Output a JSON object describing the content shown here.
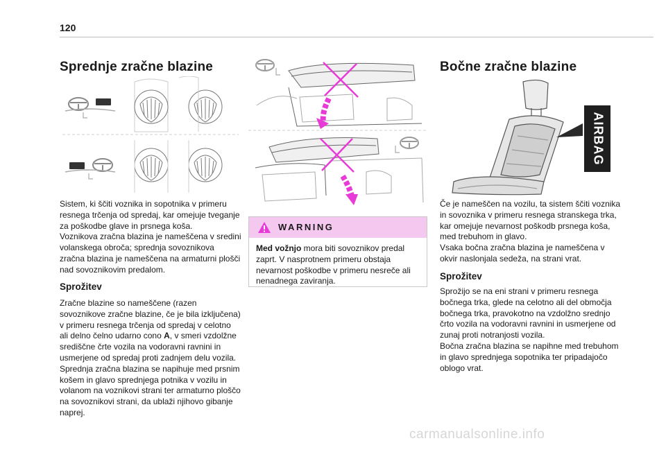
{
  "page_number": "120",
  "left": {
    "title": "Sprednje zračne blazine",
    "intro_lines": [
      "Sistem, ki ščiti voznika in sopotnika v primeru",
      "resnega trčenja od spredaj, kar omejuje tveganje",
      "za poškodbe glave in prsnega koša.",
      "Voznikova zračna blazina je nameščena v sredini",
      "volanskega obroča; sprednja sovoznikova",
      "zračna blazina je nameščena na armaturni plošči",
      "nad sovoznikovim predalom."
    ],
    "trigger_heading": "Sprožitev",
    "trigger_lines_a": [
      "Zračne blazine so nameščene (razen",
      "sovoznikove zračne blazine, če je bila izključena)",
      "v primeru resnega trčenja od spredaj v celotno"
    ],
    "trigger_line_pre": "ali delno čelno udarno cono ",
    "trigger_line_bold": "A",
    "trigger_line_post": ", v smeri vzdolžne",
    "trigger_lines_b": [
      "središčne črte vozila na vodoravni ravnini in",
      "usmerjene od spredaj proti zadnjem delu vozila.",
      "Sprednja zračna blazina se napihuje med prsnim",
      "košem in glavo sprednjega potnika v vozilu in",
      "volanom na voznikovi strani ter armaturno ploščo",
      "na sovoznikovi strani, da ublaži njihovo gibanje",
      "naprej."
    ]
  },
  "warning": {
    "title": "WARNING",
    "bold_lead": "Med vožnjo",
    "line1_rest": " mora biti sovoznikov predal",
    "lines": [
      "zaprt. V nasprotnem primeru obstaja",
      "nevarnost poškodbe v primeru nesreče ali",
      "nenadnega zaviranja."
    ]
  },
  "right": {
    "title": "Bočne zračne blazine",
    "airbag_label": "AIRBAG",
    "intro_lines": [
      "Če je nameščen na vozilu, ta sistem ščiti voznika",
      "in sovoznika v primeru resnega stranskega trka,",
      "kar omejuje nevarnost poškodb prsnega koša,",
      "med trebuhom in glavo.",
      "Vsaka bočna zračna blazina je nameščena v",
      "okvir naslonjala sedeža, na strani vrat."
    ],
    "trigger_heading": "Sprožitev",
    "trigger_lines": [
      "Sprožijo se na eni strani v primeru resnega",
      "bočnega trka, glede na celotno ali del območja",
      "bočnega trka, pravokotno na vzdolžno srednjo",
      "črto vozila na vodoravni ravnini in usmerjene od",
      "zunaj proti notranjosti vozila.",
      "Bočna zračna blazina se napihne med trebuhom",
      "in glavo sprednjega sopotnika ter pripadajočo",
      "oblogo vrat."
    ]
  },
  "watermark": "carmanualsonline.info",
  "colors": {
    "accent_magenta": "#e83ad6",
    "warning_bg": "#f5c8f0",
    "rule": "#bdbdbd"
  }
}
